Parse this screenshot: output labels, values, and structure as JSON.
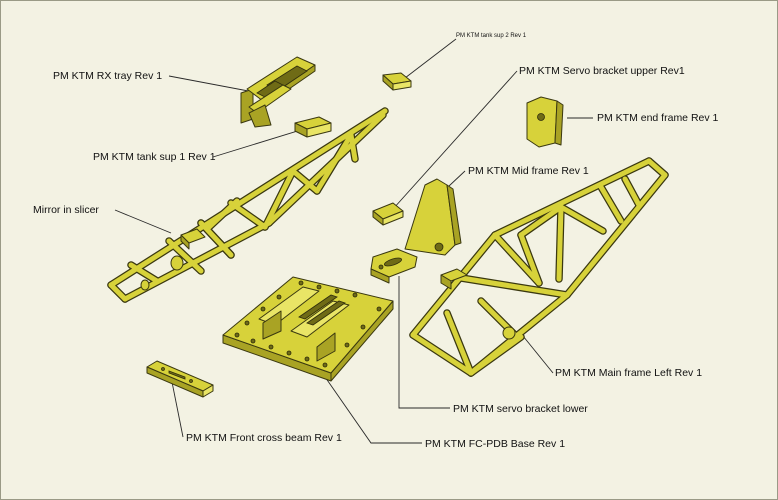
{
  "labels": {
    "rx_tray": "PM KTM RX tray Rev 1",
    "tank_sup_2": "PM KTM tank sup 2 Rev 1",
    "servo_upper": "PM KTM Servo bracket upper Rev1",
    "end_frame": "PM KTM end frame Rev 1",
    "tank_sup_1": "PM KTM tank sup 1 Rev 1",
    "mid_frame": "PM KTM Mid frame Rev 1",
    "mirror": "Mirror in slicer",
    "main_frame_left": "PM KTM Main frame Left Rev 1",
    "servo_lower": "PM KTM servo bracket lower",
    "front_cross_beam": "PM KTM Front cross beam Rev 1",
    "fc_pdb_base": "PM KTM FC-PDB Base Rev 1"
  },
  "colors": {
    "part": "#d7d23a",
    "outline": "#3a3810",
    "background": "#f3f2e3"
  }
}
